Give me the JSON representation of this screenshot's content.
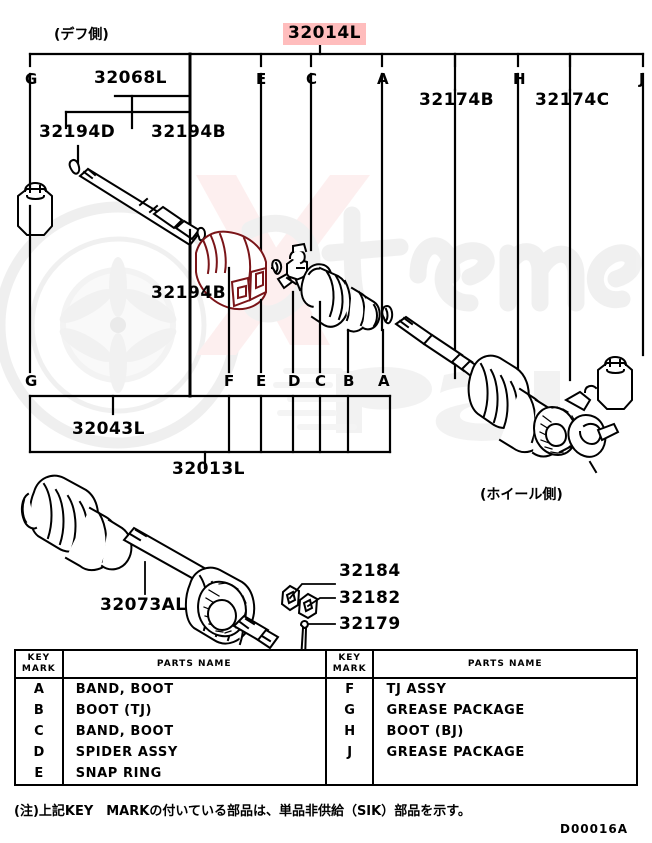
{
  "diagram": {
    "id_code": "D00016A",
    "side_labels": {
      "diff_side": "(デフ側)",
      "wheel_side": "(ホイール側)"
    },
    "highlighted_part": "32014L",
    "highlight_color": "#ffbdbd",
    "note": "(注)上記KEY　MARKの付いている部品は、単品非供給（SIK）部品を示す。"
  },
  "top_bracket": {
    "key_marks": [
      "G",
      "E",
      "C",
      "A",
      "H",
      "J"
    ],
    "part_numbers": [
      "32068L",
      "32174B",
      "32174C"
    ]
  },
  "sub_bracket": {
    "part_numbers": [
      "32194D",
      "32194B"
    ]
  },
  "callouts": {
    "tj_label": "32194B"
  },
  "bottom_bracket": {
    "key_marks": [
      "G",
      "F",
      "E",
      "D",
      "C",
      "B",
      "A"
    ],
    "part_numbers": [
      "32043L",
      "32013L"
    ]
  },
  "lower_assembly": {
    "main_part": "32073AL",
    "small_parts": [
      "32184",
      "32182",
      "32179"
    ]
  },
  "parts_table": {
    "headers": [
      "KEY\nMARK",
      "PARTS NAME",
      "KEY\nMARK",
      "PARTS NAME"
    ],
    "header_key": "KEY",
    "header_mark": "MARK",
    "header_name": "PARTS NAME",
    "left_rows": [
      {
        "key": "A",
        "name": "BAND, BOOT"
      },
      {
        "key": "B",
        "name": "BOOT (TJ)"
      },
      {
        "key": "C",
        "name": "BAND, BOOT"
      },
      {
        "key": "D",
        "name": "SPIDER ASSY"
      },
      {
        "key": "E",
        "name": "SNAP RING"
      }
    ],
    "right_rows": [
      {
        "key": "F",
        "name": "TJ ASSY"
      },
      {
        "key": "G",
        "name": "GREASE PACKAGE"
      },
      {
        "key": "H",
        "name": "BOOT (BJ)"
      },
      {
        "key": "J",
        "name": "GREASE PACKAGE"
      },
      {
        "key": "",
        "name": ""
      }
    ]
  },
  "watermark": {
    "text": "eXtreme PSI"
  }
}
